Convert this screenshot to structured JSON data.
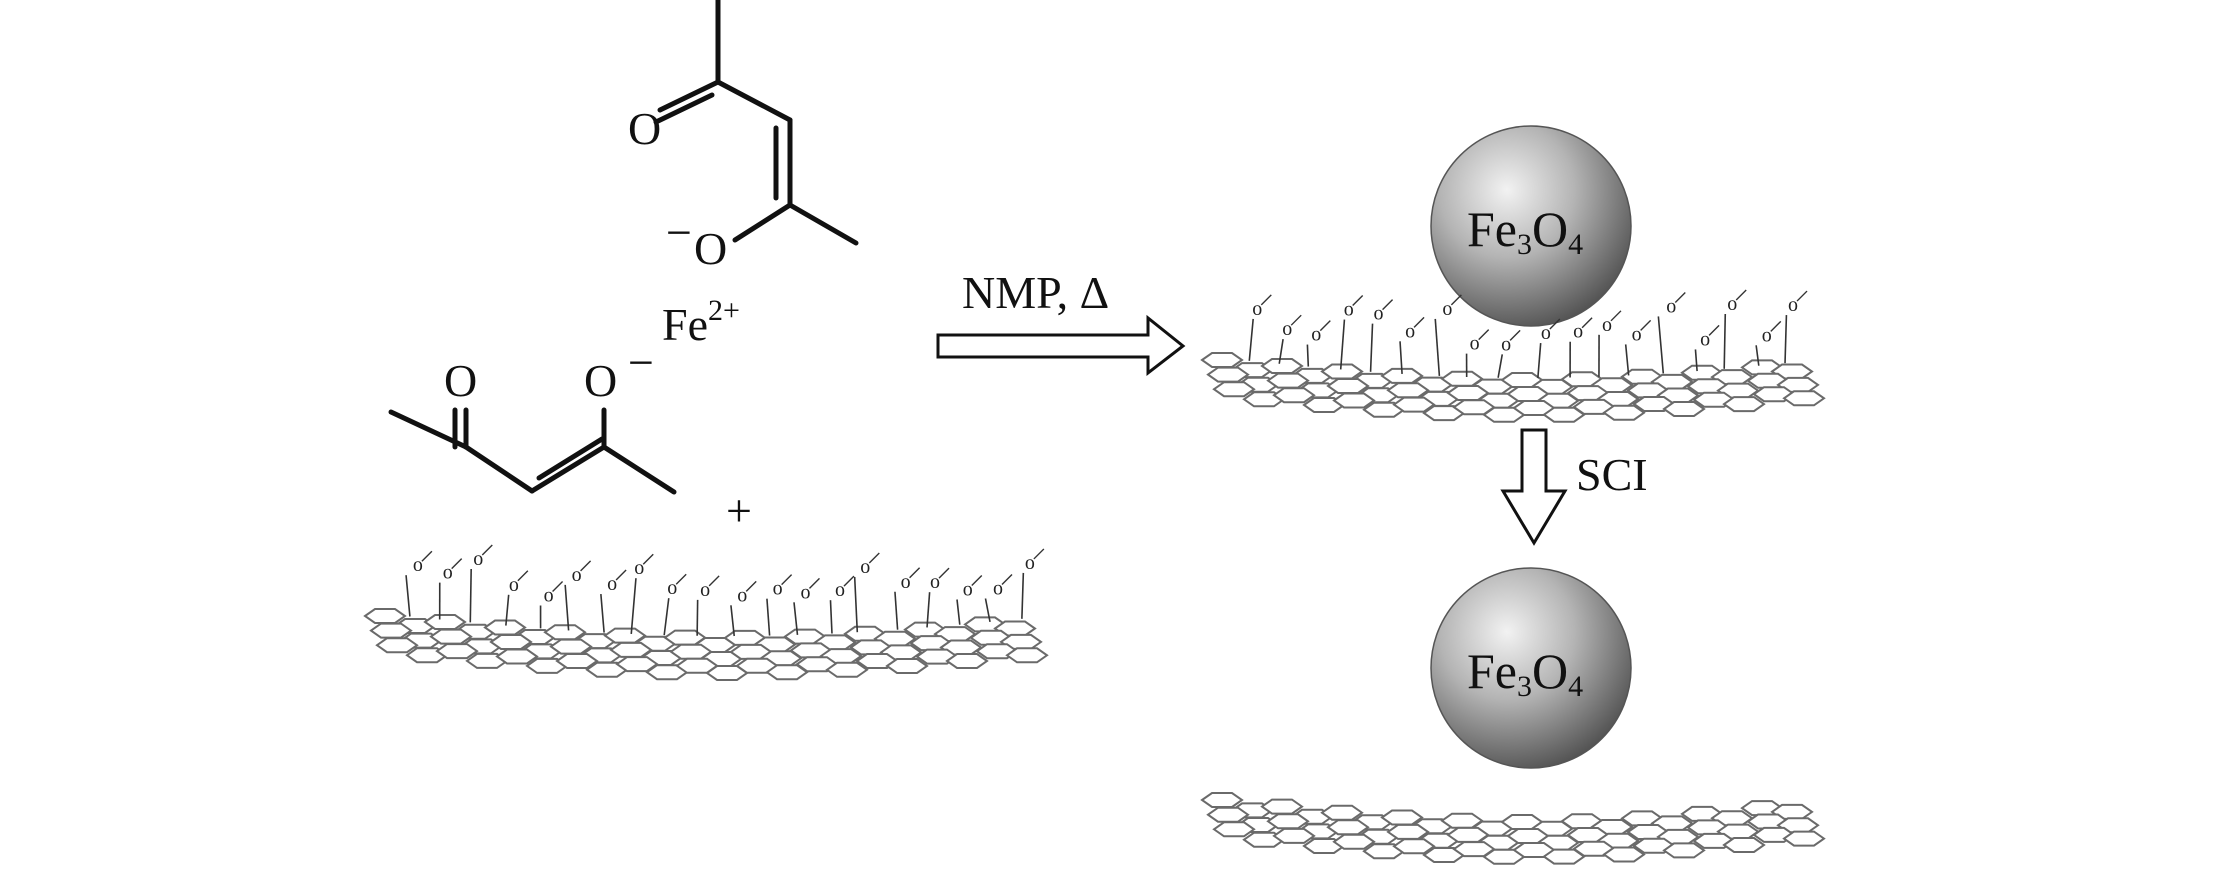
{
  "reactant": {
    "ligand_top": {
      "carbonyl_o": "O",
      "enolate_o": "O",
      "charge": "−"
    },
    "metal": {
      "symbol": "Fe",
      "charge": "2+"
    },
    "ligand_bottom": {
      "carbonyl_o": "O",
      "enolate_o": "O",
      "charge": "−"
    },
    "plus": "+"
  },
  "step1": {
    "conditions": "NMP, Δ"
  },
  "step2": {
    "label": "SCI"
  },
  "products": {
    "particle_top": {
      "element": "Fe",
      "sub1": "3",
      "element2": "O",
      "sub2": "4"
    },
    "particle_bottom": {
      "element": "Fe",
      "sub1": "3",
      "element2": "O",
      "sub2": "4"
    },
    "oxygen_label": "o"
  },
  "colors": {
    "ink": "#111111",
    "sheet": "#6a6a6a",
    "sphere_light": "#e8e8e8",
    "sphere_dark": "#4a4a4a"
  }
}
